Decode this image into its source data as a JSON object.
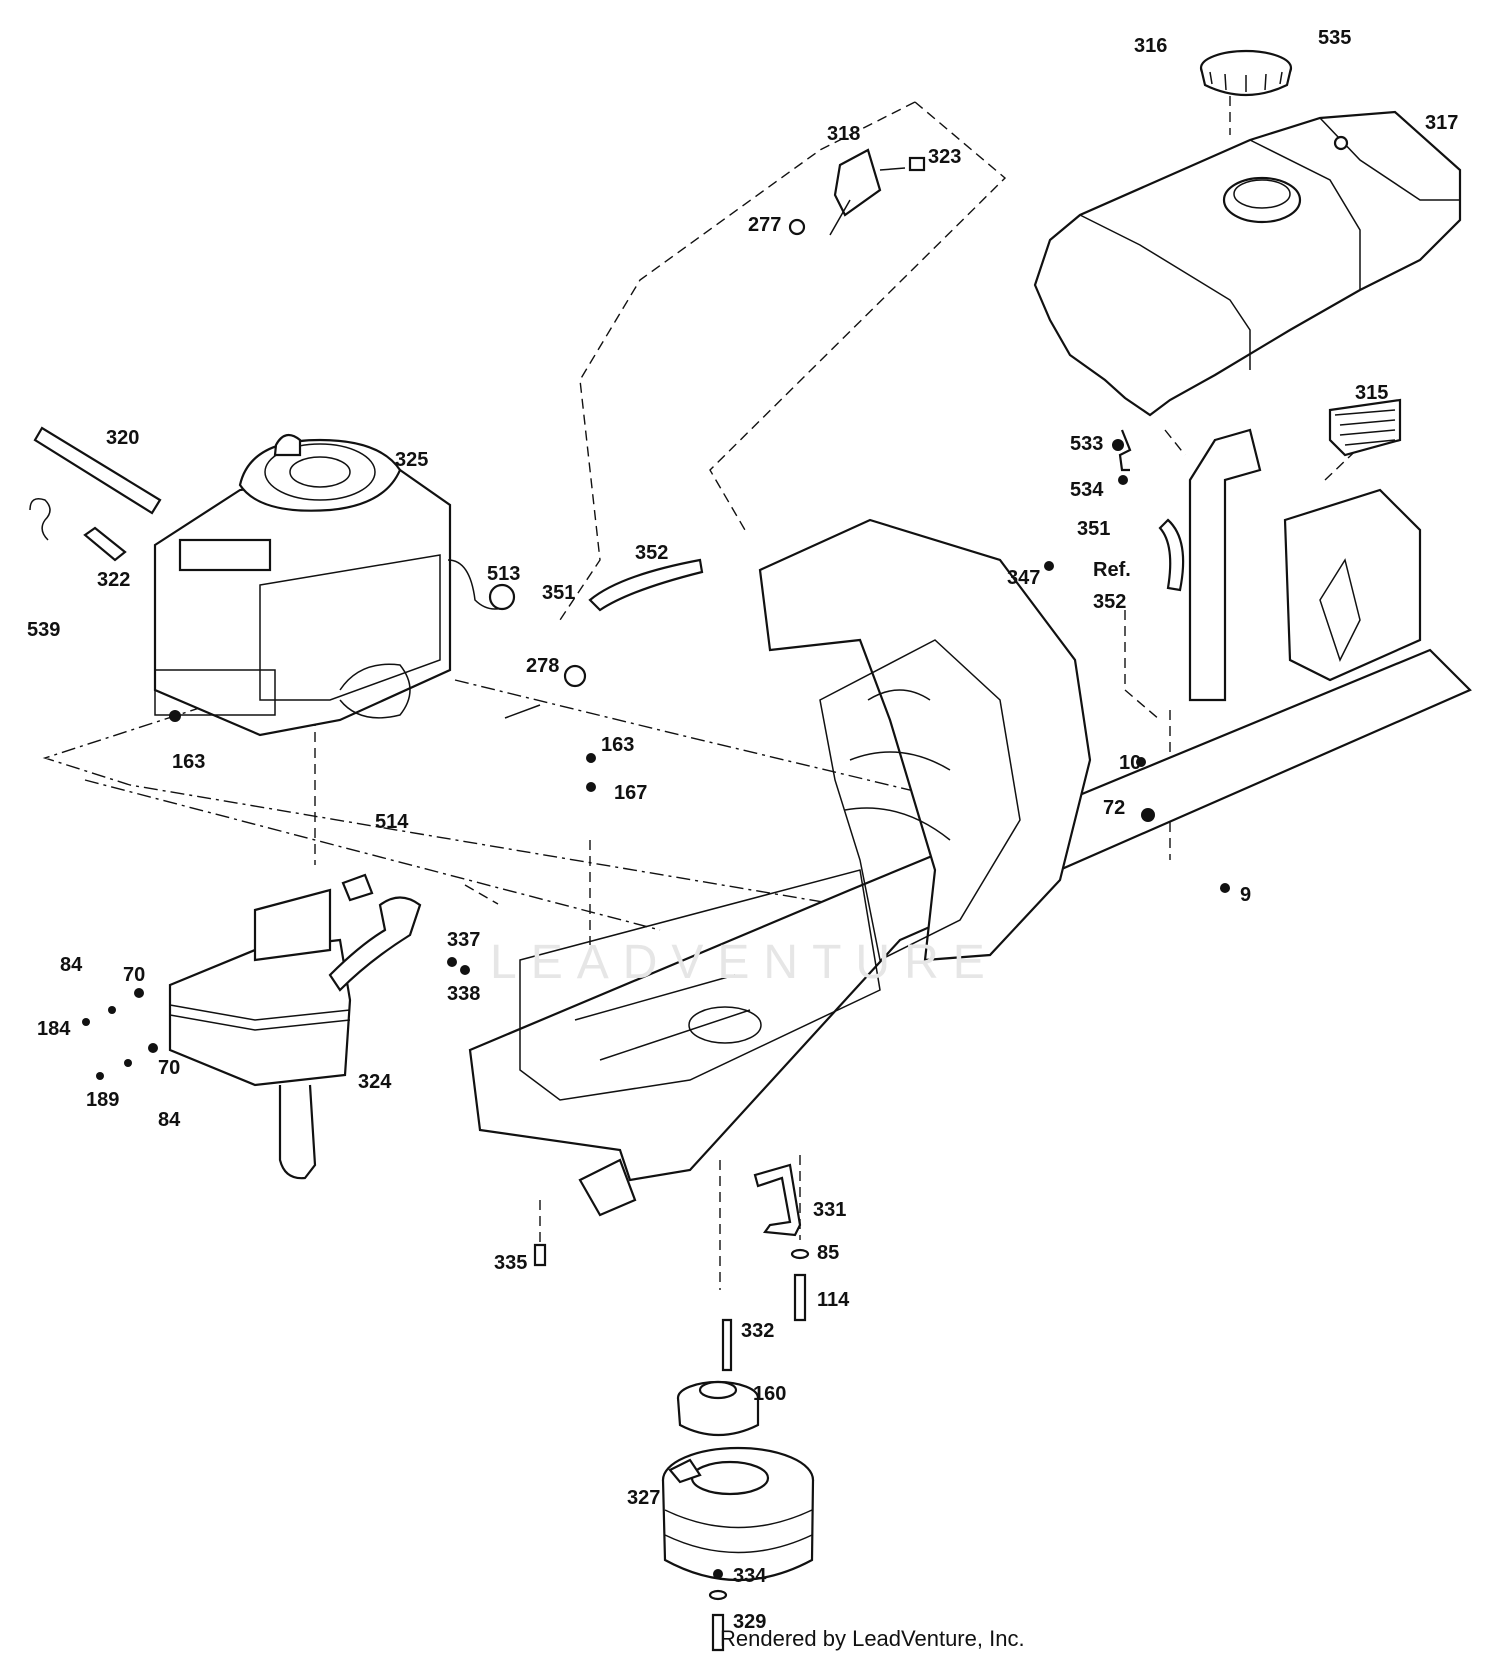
{
  "watermark": "LEADVENTURE",
  "footer": "Rendered by LeadVenture, Inc.",
  "part_numbers": {
    "p316": "316",
    "p535": "535",
    "p317": "317",
    "p318": "318",
    "p323": "323",
    "p277": "277",
    "p315": "315",
    "p533": "533",
    "p534": "534",
    "p351b": "351",
    "ref": "Ref.",
    "p352b": "352",
    "p320": "320",
    "p325": "325",
    "p539": "539",
    "p322": "322",
    "p513": "513",
    "p351a": "351",
    "p352a": "352",
    "p278": "278",
    "p347": "347",
    "p163a": "163",
    "p163b": "163",
    "p167": "167",
    "p10": "10",
    "p72": "72",
    "p9": "9",
    "p514": "514",
    "p337": "337",
    "p338": "338",
    "p84a": "84",
    "p70a": "70",
    "p184": "184",
    "p70b": "70",
    "p189": "189",
    "p84b": "84",
    "p324": "324",
    "p331": "331",
    "p85": "85",
    "p114": "114",
    "p335": "335",
    "p332": "332",
    "p160": "160",
    "p327": "327",
    "p334": "334",
    "p329": "329"
  },
  "icons": {
    "gas_cap": "gas-cap-icon",
    "fuel_tank": "fuel-tank-icon",
    "engine": "engine-icon",
    "muffler": "muffler-icon",
    "frame": "frame-icon",
    "pulley": "pulley-icon",
    "clutch": "pto-clutch-icon"
  }
}
